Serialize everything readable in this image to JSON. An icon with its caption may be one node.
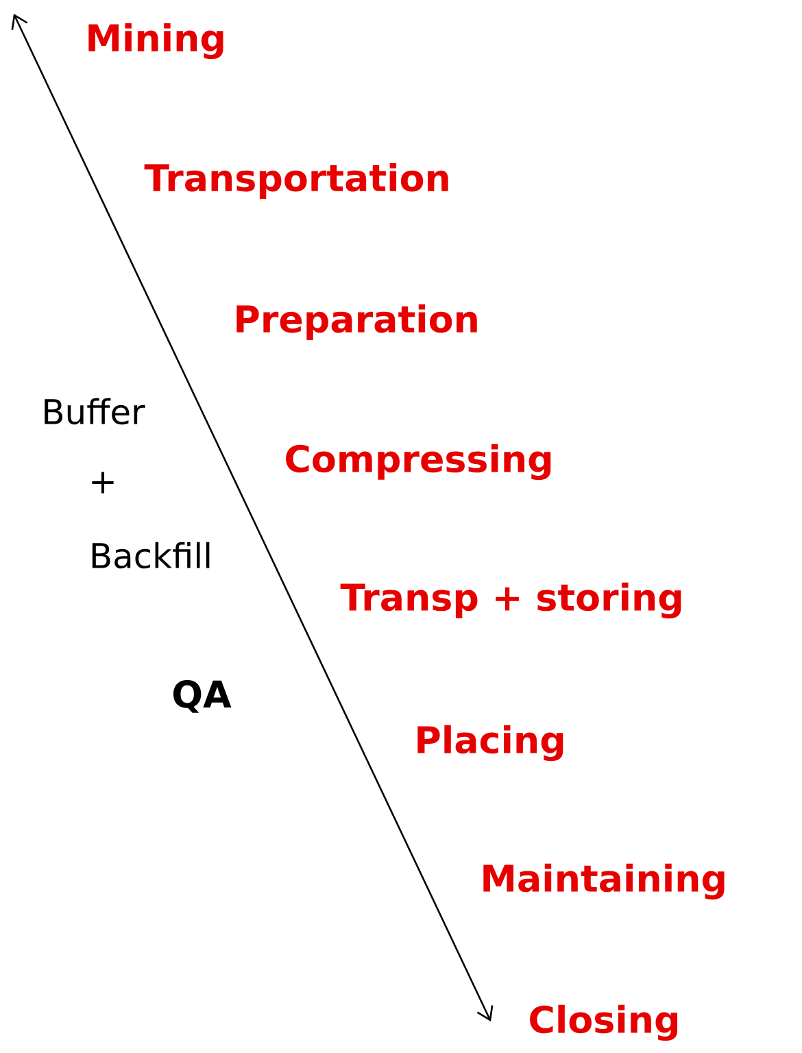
{
  "diagram": {
    "labels": [
      "Mining",
      "Transportation",
      "Preparation",
      "Compressing",
      "Transp + storing",
      "Placing",
      "Maintaining",
      "Closing",
      "Buffer",
      "+",
      "Backfill",
      "QA"
    ]
  }
}
